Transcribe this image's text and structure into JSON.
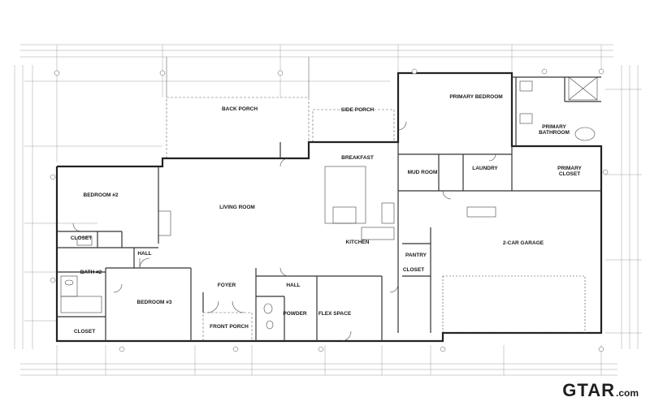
{
  "plan": {
    "rooms": [
      {
        "id": "back-porch",
        "label": "BACK PORCH"
      },
      {
        "id": "side-porch",
        "label": "SIDE PORCH"
      },
      {
        "id": "primary-bedroom",
        "label": "PRIMARY BEDROOM"
      },
      {
        "id": "primary-bathroom-1",
        "label": "PRIMARY"
      },
      {
        "id": "primary-bathroom-2",
        "label": "BATHROOM"
      },
      {
        "id": "breakfast",
        "label": "BREAKFAST"
      },
      {
        "id": "mud-room",
        "label": "MUD ROOM"
      },
      {
        "id": "laundry",
        "label": "LAUNDRY"
      },
      {
        "id": "primary-closet-1",
        "label": "PRIMARY"
      },
      {
        "id": "primary-closet-2",
        "label": "CLOSET"
      },
      {
        "id": "bedroom-2",
        "label": "BEDROOM #2"
      },
      {
        "id": "living-room",
        "label": "LIVING ROOM"
      },
      {
        "id": "closet-bed2",
        "label": "CLOSET"
      },
      {
        "id": "hall-1",
        "label": "HALL"
      },
      {
        "id": "kitchen",
        "label": "KITCHEN"
      },
      {
        "id": "pantry",
        "label": "PANTRY"
      },
      {
        "id": "garage",
        "label": "2-CAR GARAGE"
      },
      {
        "id": "bath-2",
        "label": "BATH #2"
      },
      {
        "id": "closet-2",
        "label": "CLOSET"
      },
      {
        "id": "foyer",
        "label": "FOYER"
      },
      {
        "id": "hall-2",
        "label": "HALL"
      },
      {
        "id": "bedroom-3",
        "label": "BEDROOM #3"
      },
      {
        "id": "powder",
        "label": "POWDER"
      },
      {
        "id": "flex-space",
        "label": "FLEX SPACE"
      },
      {
        "id": "front-porch",
        "label": "FRONT PORCH"
      },
      {
        "id": "closet-3",
        "label": "CLOSET"
      }
    ]
  },
  "watermark": {
    "brand": "GTAR",
    "suffix": ".com"
  }
}
